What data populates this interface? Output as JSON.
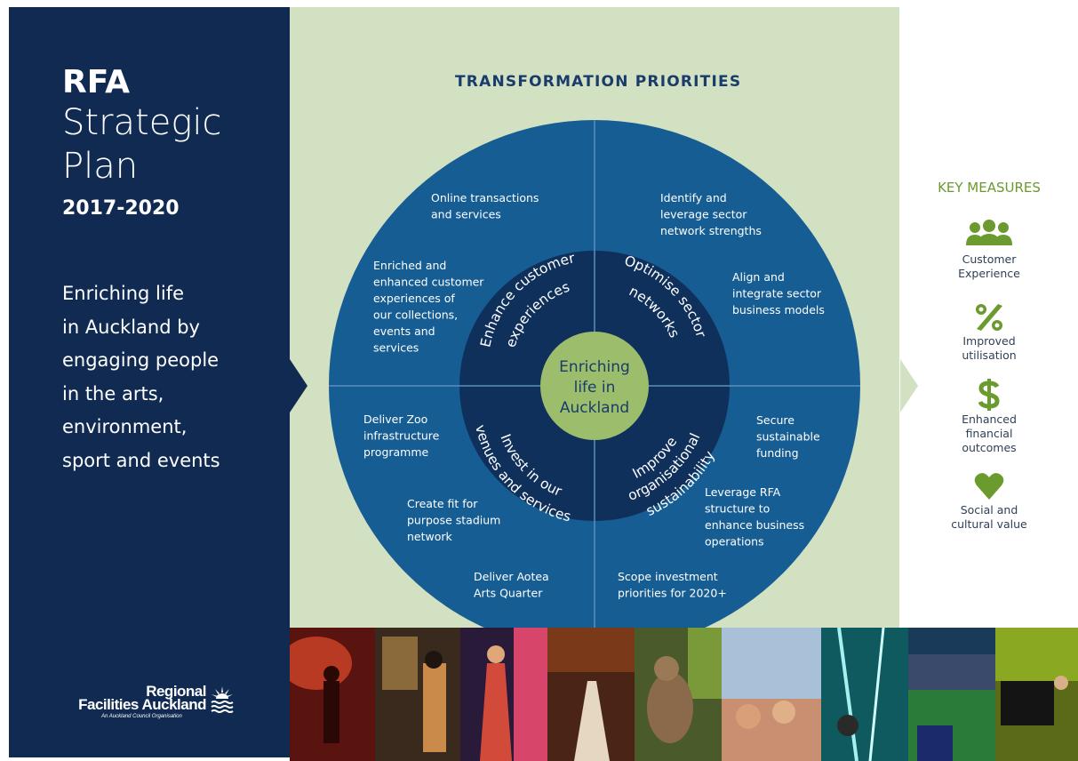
{
  "left": {
    "title_rfa": "RFA",
    "title_strategic": "Strategic",
    "title_plan": "Plan",
    "years": "2017-2020",
    "tagline": [
      "Enriching life",
      "in Auckland by",
      "engaging people",
      "in the arts,",
      "environment,",
      "sport and events"
    ],
    "logo": {
      "line1": "Regional",
      "line2": "Facilities Auckland",
      "line3": "An Auckland Council Organisation"
    }
  },
  "center": {
    "title": "TRANSFORMATION PRIORITIES",
    "core": [
      "Enriching",
      "life in",
      "Auckland"
    ],
    "quadrants": [
      {
        "label_lines": [
          "Enhance customer",
          "experiences"
        ],
        "initiatives": [
          [
            "Online transactions",
            "and services"
          ],
          [
            "Enriched and",
            "enhanced customer",
            "experiences of",
            "our collections,",
            "events and",
            "services"
          ]
        ]
      },
      {
        "label_lines": [
          "Optimise sector",
          "networks"
        ],
        "initiatives": [
          [
            "Identify and",
            "leverage sector",
            "network strengths"
          ],
          [
            "Align and",
            "integrate sector",
            "business models"
          ]
        ]
      },
      {
        "label_lines": [
          "Invest in our",
          "venues and services"
        ],
        "initiatives": [
          [
            "Deliver Zoo",
            "infrastructure",
            "programme"
          ],
          [
            "Create fit for",
            "purpose stadium",
            "network"
          ],
          [
            "Deliver Aotea",
            "Arts Quarter"
          ]
        ]
      },
      {
        "label_lines": [
          "Improve",
          "organisational",
          "sustainability"
        ],
        "initiatives": [
          [
            "Secure",
            "sustainable",
            "funding"
          ],
          [
            "Leverage RFA",
            "structure to",
            "enhance business",
            "operations"
          ],
          [
            "Scope investment",
            "priorities for 2020+"
          ]
        ]
      }
    ]
  },
  "key_measures": {
    "title": "KEY MEASURES",
    "items": [
      {
        "icon": "people-icon",
        "label": "Customer\nExperience"
      },
      {
        "icon": "percent-icon",
        "label": "Improved\nutilisation"
      },
      {
        "icon": "dollar-icon",
        "label": "Enhanced\nfinancial\noutcomes"
      },
      {
        "icon": "heart-icon",
        "label": "Social and\ncultural value"
      }
    ]
  },
  "colors": {
    "navy": "#102a52",
    "wheel_blue": "#165d93",
    "ring_dark": "#10305c",
    "core_green": "#9cbd6b",
    "panel_green": "#d3e1c3",
    "measure_green": "#6b9a2e"
  },
  "photos": [
    "concert",
    "gallery",
    "dancer",
    "dinner-hall",
    "meerkat",
    "crowd",
    "light-art",
    "stadium",
    "pianist"
  ]
}
